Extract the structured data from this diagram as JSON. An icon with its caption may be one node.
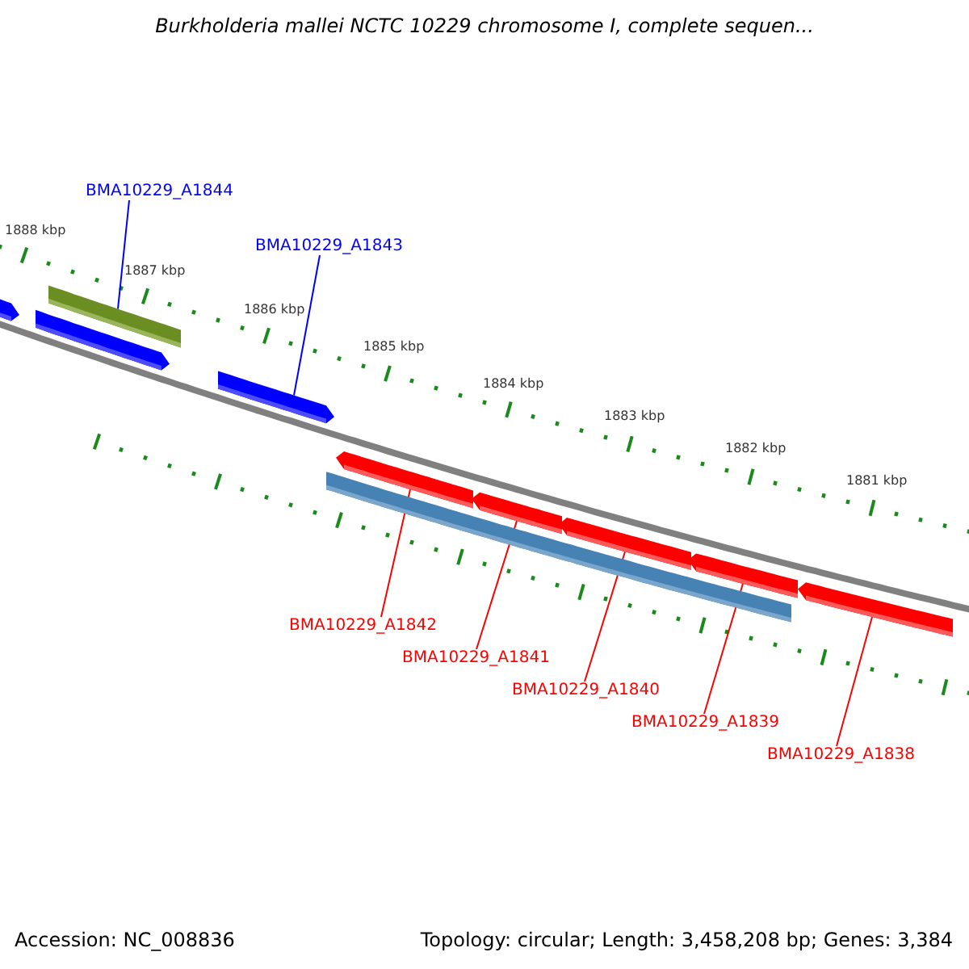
{
  "diagram": {
    "title": "Burkholderia mallei NCTC 10229 chromosome I, complete sequen...",
    "nodes": [
      {
        "text": [
          "BMA10229_A1844"
        ]
      },
      {
        "text": [
          "BMA10229_A1843"
        ]
      },
      {
        "text": [],
        "shape": "bar"
      },
      {
        "text": [],
        "shape": "bar"
      },
      {
        "text": [],
        "shape": "bar"
      },
      {
        "text": [],
        "shape": "bar"
      },
      {
        "text": [],
        "shape": "bar"
      },
      {
        "text": [],
        "shape": "bar"
      },
      {
        "text": [],
        "shape": "bar"
      },
      {
        "text": [],
        "shape": "bar"
      },
      {
        "text": [],
        "shape": "bar"
      },
      {
        "text": [],
        "shape": "bar"
      },
      {
        "text": [
          "BMA10229_A1842"
        ]
      },
      {
        "text": [
          "BMA10229_A1841"
        ]
      },
      {
        "text": [
          "BMA10229_A1840"
        ]
      },
      {
        "text": [
          "BMA10229_A1839"
        ]
      },
      {
        "text": [
          "BMA10229_A1838"
        ]
      }
    ],
    "edges": [
      {
        "from": 0,
        "to": 3,
        "arrow": "none",
        "color": "#0000ff"
      },
      {
        "from": 1,
        "to": 5,
        "arrow": "none",
        "color": "#0000ff"
      },
      {
        "from": 12,
        "to": 6,
        "arrow": "none"
      },
      {
        "from": 13,
        "to": 7,
        "arrow": "none"
      },
      {
        "from": 14,
        "to": 8,
        "arrow": "none"
      },
      {
        "from": 15,
        "to": 9,
        "arrow": "none"
      },
      {
        "from": 16,
        "to": 10,
        "arrow": "none"
      }
    ],
    "labels": [
      "1888 kbp",
      "1887 kbp",
      "1886 kbp",
      "1885 kbp",
      "1884 kbp",
      "1883 kbp",
      "1882 kbp",
      "1881 kbp",
      "Accession: NC_008836",
      "Topology: circular; Length: 3,458,208 bp; Genes: 3,384"
    ]
  }
}
